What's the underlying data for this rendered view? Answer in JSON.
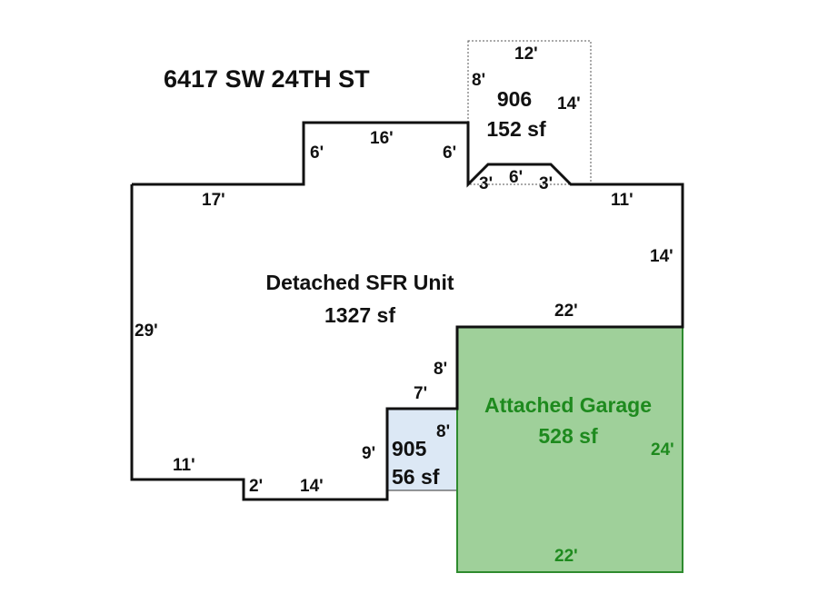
{
  "title": "6417 SW 24TH ST",
  "colors": {
    "outline": "#111111",
    "garage_fill": "#9fd09a",
    "garage_stroke": "#2e8b2e",
    "garage_text": "#1e8a1e",
    "area905_fill": "#dce8f5"
  },
  "main_unit": {
    "name": "Detached SFR Unit",
    "area": "1327 sf"
  },
  "garage": {
    "name": "Attached Garage",
    "area": "528 sf",
    "dims": {
      "side": "24'",
      "bottom": "22'"
    }
  },
  "area_906": {
    "id": "906",
    "area": "152 sf",
    "dims": {
      "top": "12'",
      "left": "8'",
      "right": "14'"
    }
  },
  "area_905": {
    "id": "905",
    "area": "56 sf",
    "dims": {
      "right": "8'"
    }
  },
  "dims": {
    "d16": "16'",
    "d6a": "6'",
    "d6b": "6'",
    "d17": "17'",
    "d3a": "3'",
    "d6c": "6'",
    "d3b": "3'",
    "d11a": "11'",
    "d14a": "14'",
    "d22": "22'",
    "d29": "29'",
    "d8": "8'",
    "d7": "7'",
    "d9": "9'",
    "d11b": "11'",
    "d2": "2'",
    "d14b": "14'"
  }
}
